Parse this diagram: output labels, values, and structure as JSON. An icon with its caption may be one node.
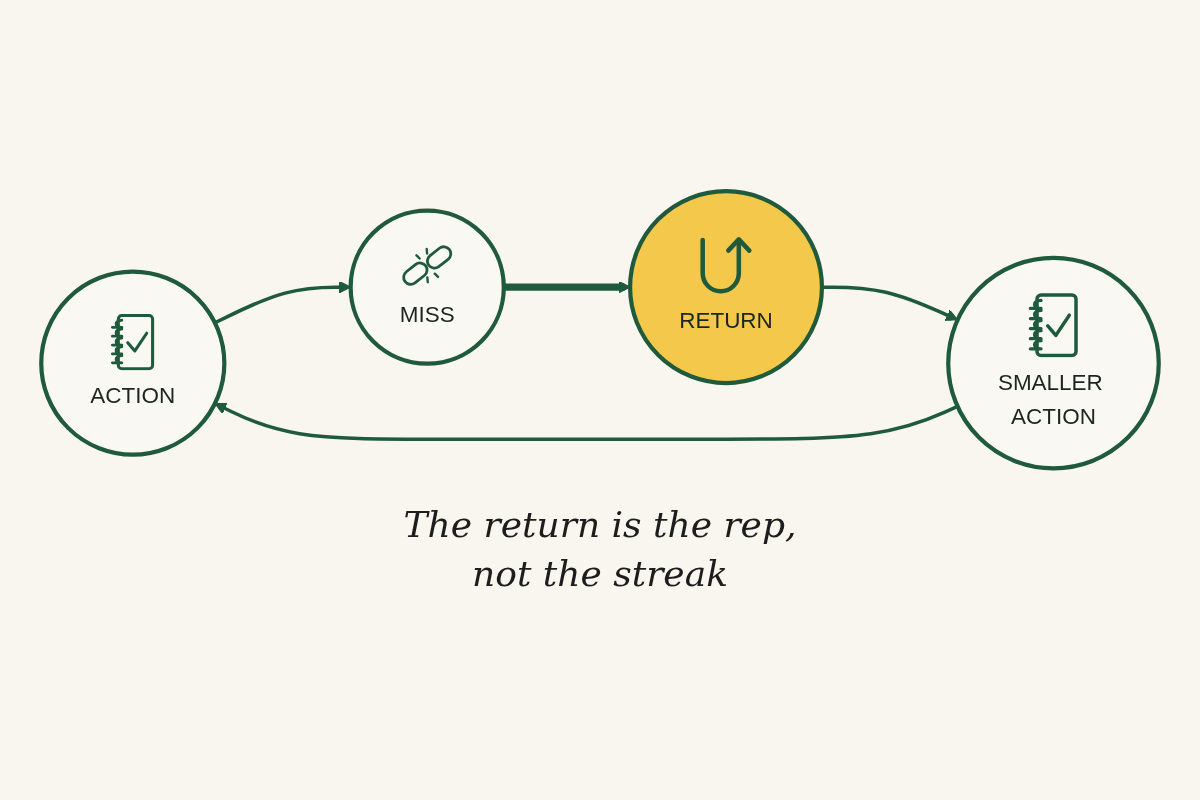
{
  "diagram": {
    "nodes": [
      {
        "text": [
          "ACTION"
        ]
      },
      {
        "text": [
          "SMALLER ACTION"
        ]
      },
      {
        "text": [
          "MISS"
        ]
      },
      {
        "text": [
          "RETURN"
        ]
      }
    ],
    "edges": [
      {
        "from": 0,
        "to": 2,
        "arrow": "to"
      },
      {
        "from": 2,
        "to": 3,
        "arrow": "to",
        "style": "thick"
      },
      {
        "from": 3,
        "to": 1,
        "arrow": "to"
      },
      {
        "from": 1,
        "to": 0,
        "arrow": "to"
      }
    ],
    "labels": [
      "The return is the rep, not the streak"
    ]
  }
}
